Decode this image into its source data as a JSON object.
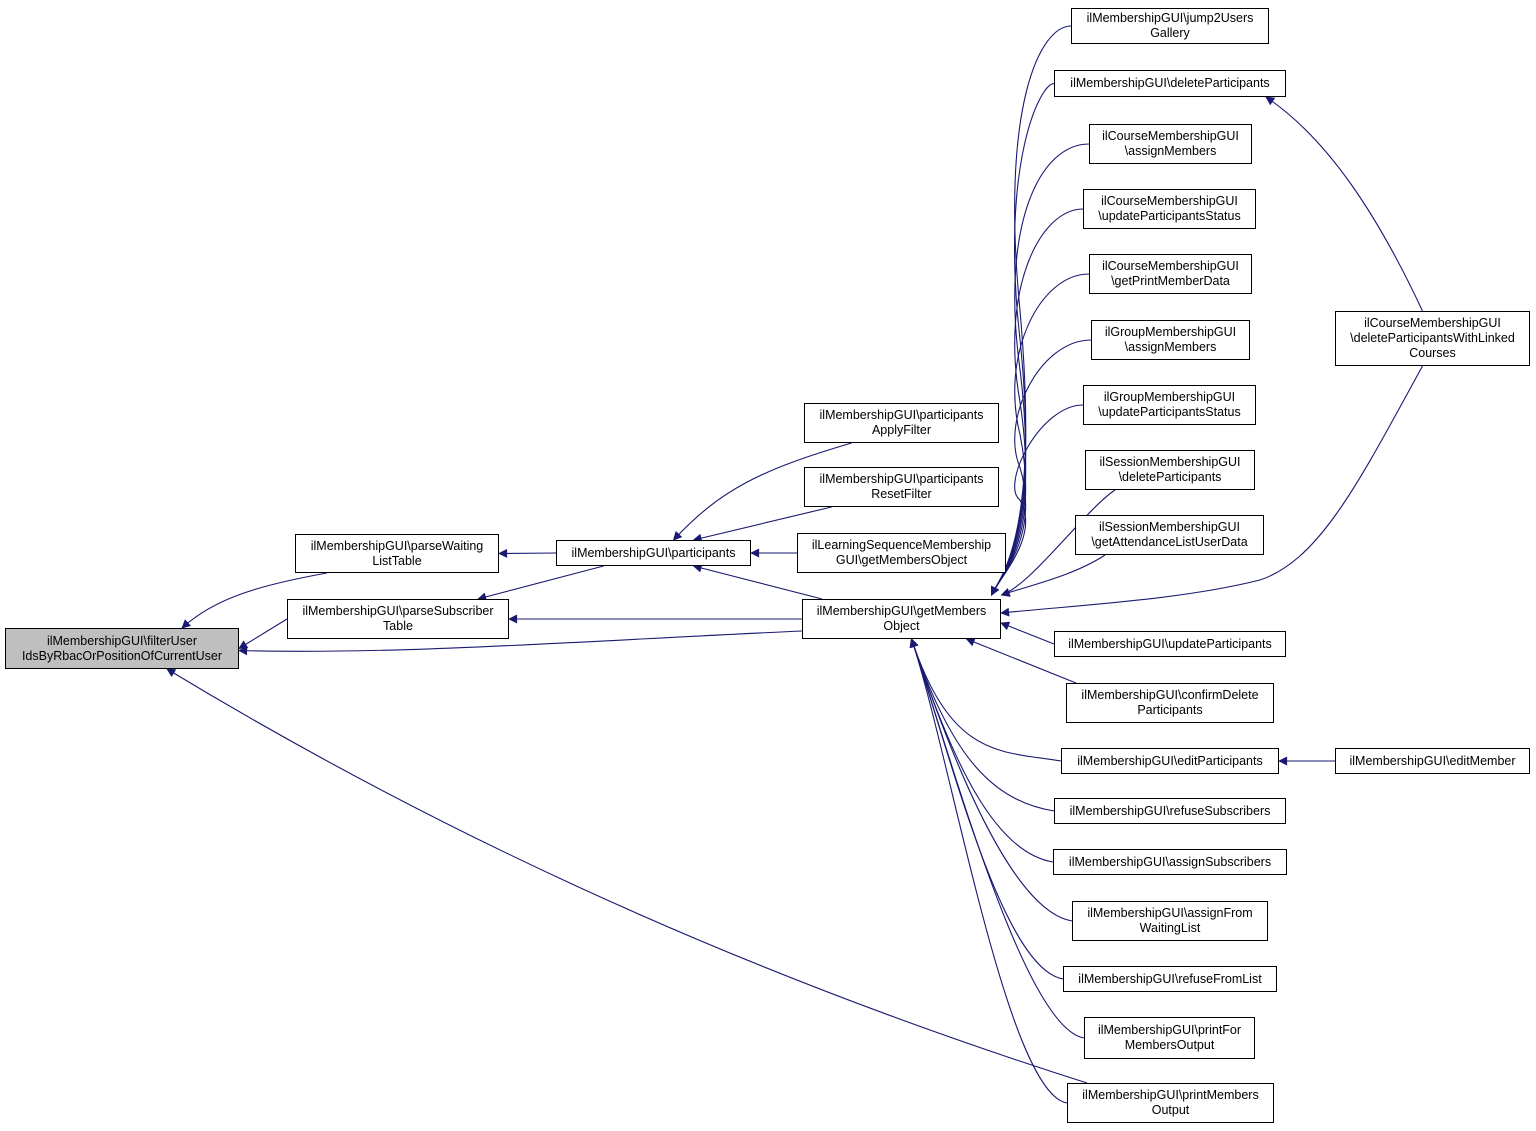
{
  "focus_node": {
    "id": "filter",
    "lines": [
      "ilMembershipGUI\\filterUser",
      "IdsByRbacOrPositionOfCurrentUser"
    ],
    "fill": "#bfbfbf"
  },
  "edge_color": "#191970",
  "nodes": [
    {
      "id": "parseWaiting",
      "lines": [
        "ilMembershipGUI\\parseWaiting",
        "ListTable"
      ]
    },
    {
      "id": "parseSubscriber",
      "lines": [
        "ilMembershipGUI\\parseSubscriber",
        "Table"
      ]
    },
    {
      "id": "participants",
      "lines": [
        "ilMembershipGUI\\participants"
      ]
    },
    {
      "id": "applyFilter",
      "lines": [
        "ilMembershipGUI\\participants",
        "ApplyFilter"
      ]
    },
    {
      "id": "resetFilter",
      "lines": [
        "ilMembershipGUI\\participants",
        "ResetFilter"
      ]
    },
    {
      "id": "lsGetMembers",
      "lines": [
        "ilLearningSequenceMembership",
        "GUI\\getMembersObject"
      ]
    },
    {
      "id": "getMembers",
      "lines": [
        "ilMembershipGUI\\getMembers",
        "Object"
      ]
    },
    {
      "id": "jump2Users",
      "lines": [
        "ilMembershipGUI\\jump2Users",
        "Gallery"
      ]
    },
    {
      "id": "deleteParticipants",
      "lines": [
        "ilMembershipGUI\\deleteParticipants"
      ]
    },
    {
      "id": "crsAssign",
      "lines": [
        "ilCourseMembershipGUI",
        "\\assignMembers"
      ]
    },
    {
      "id": "crsUpdate",
      "lines": [
        "ilCourseMembershipGUI",
        "\\updateParticipantsStatus"
      ]
    },
    {
      "id": "crsPrint",
      "lines": [
        "ilCourseMembershipGUI",
        "\\getPrintMemberData"
      ]
    },
    {
      "id": "grpAssign",
      "lines": [
        "ilGroupMembershipGUI",
        "\\assignMembers"
      ]
    },
    {
      "id": "grpUpdate",
      "lines": [
        "ilGroupMembershipGUI",
        "\\updateParticipantsStatus"
      ]
    },
    {
      "id": "sessDelete",
      "lines": [
        "ilSessionMembershipGUI",
        "\\deleteParticipants"
      ]
    },
    {
      "id": "sessAttendance",
      "lines": [
        "ilSessionMembershipGUI",
        "\\getAttendanceListUserData"
      ]
    },
    {
      "id": "updateParticipants",
      "lines": [
        "ilMembershipGUI\\updateParticipants"
      ]
    },
    {
      "id": "confirmDelete",
      "lines": [
        "ilMembershipGUI\\confirmDelete",
        "Participants"
      ]
    },
    {
      "id": "editParticipants",
      "lines": [
        "ilMembershipGUI\\editParticipants"
      ]
    },
    {
      "id": "refuseSubscribers",
      "lines": [
        "ilMembershipGUI\\refuseSubscribers"
      ]
    },
    {
      "id": "assignSubscribers",
      "lines": [
        "ilMembershipGUI\\assignSubscribers"
      ]
    },
    {
      "id": "assignFromWaiting",
      "lines": [
        "ilMembershipGUI\\assignFrom",
        "WaitingList"
      ]
    },
    {
      "id": "refuseFromList",
      "lines": [
        "ilMembershipGUI\\refuseFromList"
      ]
    },
    {
      "id": "printFor",
      "lines": [
        "ilMembershipGUI\\printFor",
        "MembersOutput"
      ]
    },
    {
      "id": "printMembers",
      "lines": [
        "ilMembershipGUI\\printMembers",
        "Output"
      ]
    },
    {
      "id": "crsDeleteLinked",
      "lines": [
        "ilCourseMembershipGUI",
        "\\deleteParticipantsWithLinked",
        "Courses"
      ]
    },
    {
      "id": "editMember",
      "lines": [
        "ilMembershipGUI\\editMember"
      ]
    }
  ],
  "edges": [
    [
      "parseWaiting",
      "filter"
    ],
    [
      "parseSubscriber",
      "filter"
    ],
    [
      "getMembers",
      "filter"
    ],
    [
      "printMembers",
      "filter"
    ],
    [
      "participants",
      "parseWaiting"
    ],
    [
      "participants",
      "parseSubscriber"
    ],
    [
      "getMembers",
      "parseSubscriber"
    ],
    [
      "applyFilter",
      "participants"
    ],
    [
      "resetFilter",
      "participants"
    ],
    [
      "lsGetMembers",
      "participants"
    ],
    [
      "getMembers",
      "participants"
    ],
    [
      "jump2Users",
      "getMembers"
    ],
    [
      "deleteParticipants",
      "getMembers"
    ],
    [
      "crsAssign",
      "getMembers"
    ],
    [
      "crsUpdate",
      "getMembers"
    ],
    [
      "crsPrint",
      "getMembers"
    ],
    [
      "grpAssign",
      "getMembers"
    ],
    [
      "grpUpdate",
      "getMembers"
    ],
    [
      "sessDelete",
      "getMembers"
    ],
    [
      "sessAttendance",
      "getMembers"
    ],
    [
      "crsDeleteLinked",
      "getMembers"
    ],
    [
      "updateParticipants",
      "getMembers"
    ],
    [
      "confirmDelete",
      "getMembers"
    ],
    [
      "editParticipants",
      "getMembers"
    ],
    [
      "refuseSubscribers",
      "getMembers"
    ],
    [
      "assignSubscribers",
      "getMembers"
    ],
    [
      "assignFromWaiting",
      "getMembers"
    ],
    [
      "refuseFromList",
      "getMembers"
    ],
    [
      "printFor",
      "getMembers"
    ],
    [
      "printMembers",
      "getMembers"
    ],
    [
      "crsDeleteLinked",
      "deleteParticipants"
    ],
    [
      "editMember",
      "editParticipants"
    ]
  ]
}
